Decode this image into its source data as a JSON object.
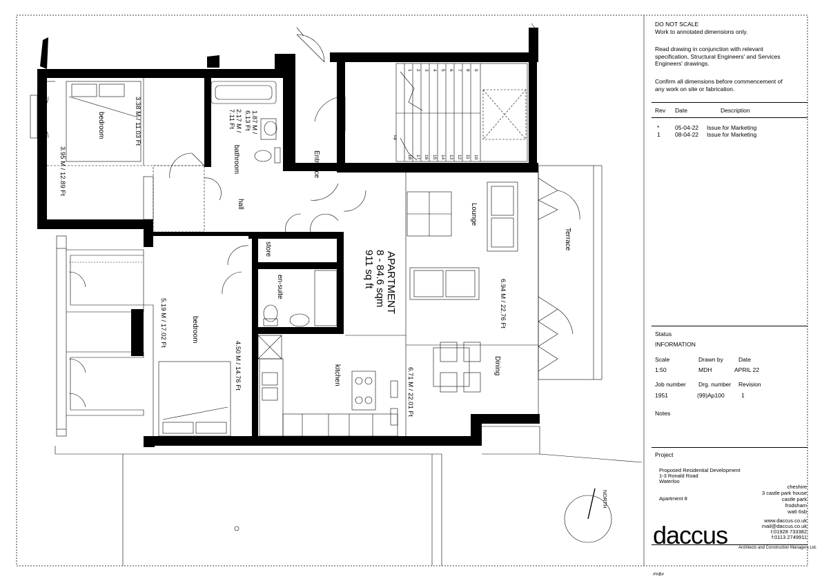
{
  "notes": {
    "do_not_scale": "DO NOT SCALE",
    "work_to": "Work to annotated dimensions only.",
    "read_drawing": "Read drawing in conjunction with relevant\nspecification, Structural Engineers' and Services\nEngineers' drawings.",
    "confirm": "Confirm all dimensions before commencement of\nany work on site or fabrication."
  },
  "revisions": {
    "headers": {
      "rev": "Rev",
      "date": "Date",
      "description": "Description"
    },
    "rows": [
      {
        "rev": "*",
        "date": "05-04-22",
        "description": "Issue for Marketing"
      },
      {
        "rev": "1",
        "date": "08-04-22",
        "description": "Issue for Marketing"
      }
    ]
  },
  "status": {
    "label": "Status",
    "value": "INFORMATION"
  },
  "meta": {
    "scale_label": "Scale",
    "scale": "1:50",
    "drawn_by_label": "Drawn by",
    "drawn_by": "MDH",
    "date_label": "Date",
    "date": "APRIL 22",
    "job_label": "Job number",
    "job": "1951",
    "drg_label": "Drg. number",
    "drg": "(99)Ap100",
    "revision_label": "Revision",
    "revision": "1",
    "notes_label": "Notes"
  },
  "project": {
    "label": "Project",
    "line1": "Proposed Residential Development",
    "line2": "1-3 Ronald Road",
    "line3": "Waterloo",
    "apartment": "Apartment 8"
  },
  "address": {
    "l1": "cheshire",
    "l2": "3 castle park house",
    "l3": "castle park",
    "l4": "frodsham",
    "l5": "wa6 6sb",
    "web": "www.daccus.co.uk",
    "mail": "mail@daccus.co.uk",
    "tel": "t:01928 733382",
    "fax": "f:0113 2749911"
  },
  "brand": {
    "logo": "daccus",
    "tagline": "Architects and Construction Managers Ltd."
  },
  "footer": "#%B#",
  "plan": {
    "bedroom1": "bedroom",
    "bedroom1_dim_a": "3.38 M / 11.03 Ft",
    "bedroom1_dim_b": "3.95 M / 12.89 Ft",
    "bathroom": "bathroom",
    "bathroom_dim_a": "1.87 M /\n6.13 Ft",
    "bathroom_dim_b": "2.17 M /\n7.11 Ft",
    "entrance": "Entrance",
    "hall": "hall",
    "store": "store",
    "ensuite": "en-suite",
    "bedroom2": "bedroom",
    "bedroom2_dim_a": "5.19 M / 17.02 Ft",
    "bedroom2_dim_b": "4.50 M / 14.76 Ft",
    "apartment_title": "APARTMENT",
    "apartment_area": "8 - 84.6 sqm",
    "apartment_sqft": "911 sq ft",
    "lounge": "Lounge",
    "lounge_dim": "6.94 M / 22.76 Ft",
    "dining": "Dining",
    "kitchen": "kitchen",
    "kitchen_dim": "6.71 M / 22.01 Ft",
    "terrace": "Terrace",
    "north": "NORTH",
    "stair_up": "up",
    "stair_numbers": [
      "1",
      "2",
      "3",
      "4",
      "5",
      "6",
      "7",
      "8",
      "9",
      "10",
      "11",
      "12",
      "13",
      "14",
      "15",
      "16",
      "17",
      "18"
    ]
  }
}
